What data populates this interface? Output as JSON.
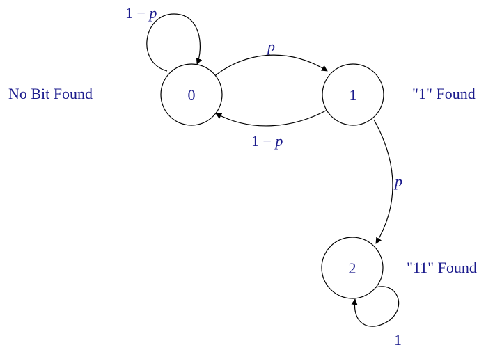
{
  "diagram": {
    "states": [
      {
        "id": "0",
        "label": "0",
        "description": "No Bit Found"
      },
      {
        "id": "1",
        "label": "1",
        "description": "\"1\" Found"
      },
      {
        "id": "2",
        "label": "2",
        "description": "\"11\" Found"
      }
    ],
    "transitions": [
      {
        "from": "0",
        "to": "0",
        "label_prefix": "1 − ",
        "label_var": "p"
      },
      {
        "from": "0",
        "to": "1",
        "label_prefix": "",
        "label_var": "p"
      },
      {
        "from": "1",
        "to": "0",
        "label_prefix": "1 − ",
        "label_var": "p"
      },
      {
        "from": "1",
        "to": "2",
        "label_prefix": "",
        "label_var": "p"
      },
      {
        "from": "2",
        "to": "2",
        "label_prefix": "1",
        "label_var": ""
      }
    ]
  }
}
